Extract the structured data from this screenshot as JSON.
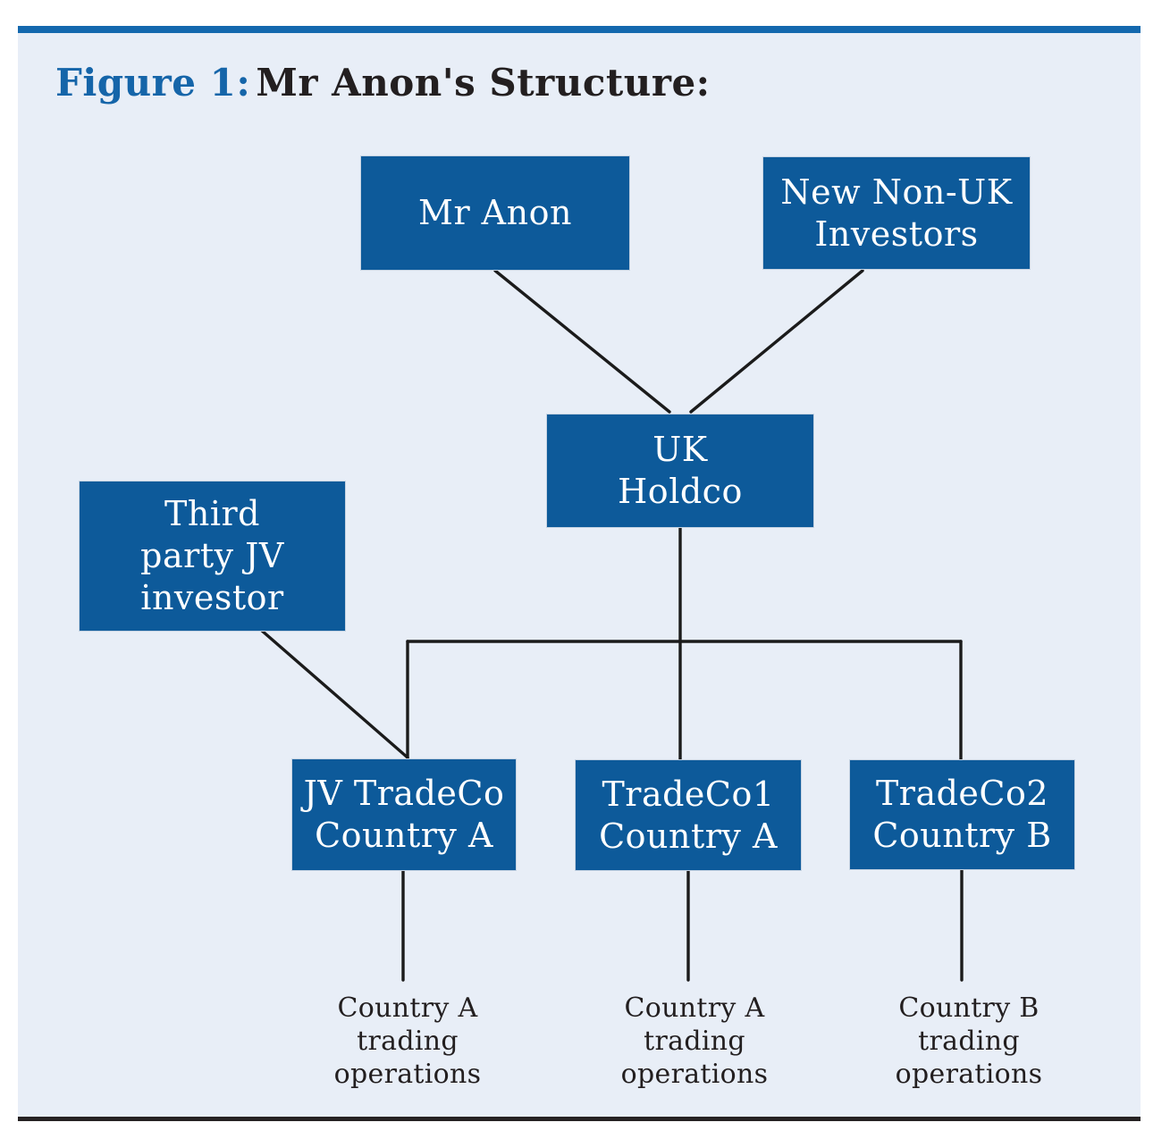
{
  "title": {
    "figure_label": "Figure 1:",
    "text": "Mr Anon's Structure:"
  },
  "colors": {
    "accent_bar": "#1368ae",
    "panel_bg": "#e8eef7",
    "node_fill": "#0d5a9a",
    "node_border": "#c6d3e2",
    "node_text": "#ffffff",
    "connector": "#1b1b1b",
    "figure_label": "#1565a9",
    "title_text": "#231f20",
    "bottom_rule": "#262223"
  },
  "nodes": {
    "mr_anon": {
      "lines": [
        "Mr Anon"
      ]
    },
    "new_non_uk_investors": {
      "lines": [
        "New Non-UK",
        "Investors"
      ]
    },
    "uk_holdco": {
      "lines": [
        "UK",
        "Holdco"
      ]
    },
    "third_party_jv_investor": {
      "lines": [
        "Third",
        "party JV",
        "investor"
      ]
    },
    "jv_tradeco_country_a": {
      "lines": [
        "JV TradeCo",
        "Country A"
      ]
    },
    "tradeco1_country_a": {
      "lines": [
        "TradeCo1",
        "Country A"
      ]
    },
    "tradeco2_country_b": {
      "lines": [
        "TradeCo2",
        "Country B"
      ]
    }
  },
  "leaf_labels": {
    "under_jv_tradeco": {
      "lines": [
        "Country A",
        "trading",
        "operations"
      ]
    },
    "under_tradeco1": {
      "lines": [
        "Country A",
        "trading",
        "operations"
      ]
    },
    "under_tradeco2": {
      "lines": [
        "Country B",
        "trading",
        "operations"
      ]
    }
  }
}
